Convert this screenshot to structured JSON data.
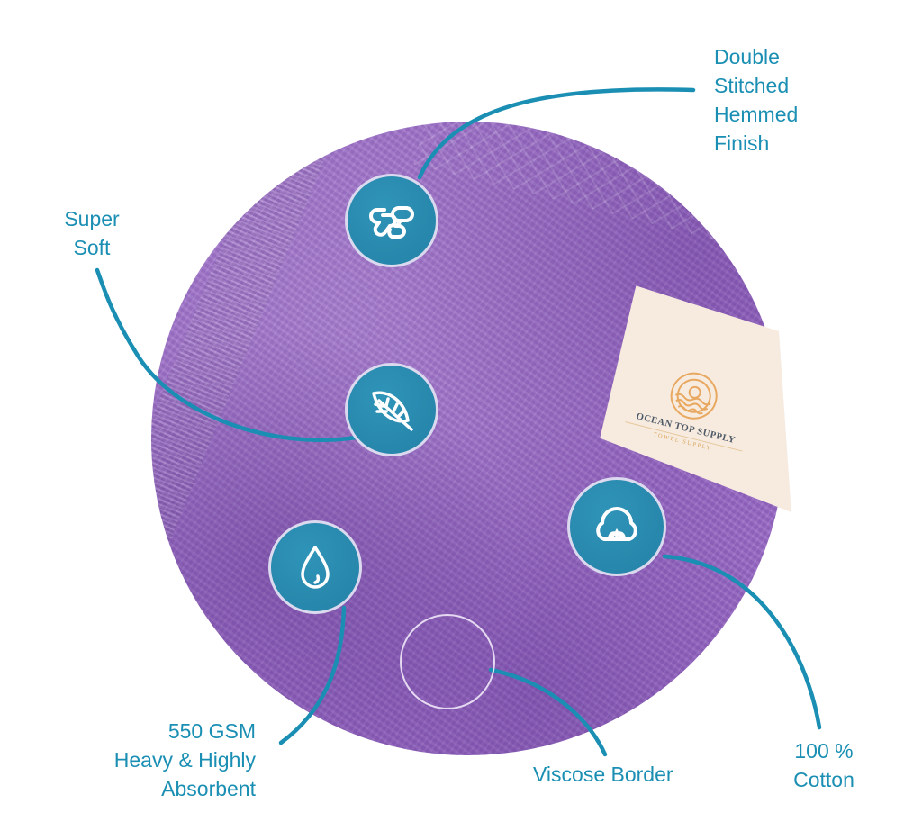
{
  "colors": {
    "accent": "#1a8fb3",
    "icon_fill": "#2481a6",
    "icon_ring": "#eee2f6",
    "towel": "#9a6cc6",
    "tag": "#f7ebe0",
    "background": "#ffffff"
  },
  "product_tag": {
    "brand": "OCEAN TOP SUPPLY",
    "subtitle": "TOWEL SUPPLY"
  },
  "features": [
    {
      "id": "double-stitched",
      "icon": "chain-link-icon",
      "lines": [
        "Double",
        "Stitched",
        "Hemmed",
        "Finish"
      ]
    },
    {
      "id": "super-soft",
      "icon": "feather-icon",
      "lines": [
        "Super",
        "Soft"
      ]
    },
    {
      "id": "gsm-absorbent",
      "icon": "water-drop-icon",
      "lines": [
        "550 GSM",
        "Heavy & Highly",
        "Absorbent"
      ]
    },
    {
      "id": "cotton",
      "icon": "cotton-flower-icon",
      "lines": [
        "100 %",
        "Cotton"
      ]
    },
    {
      "id": "viscose-border",
      "icon": "highlight-ring",
      "lines": [
        "Viscose Border"
      ]
    }
  ]
}
